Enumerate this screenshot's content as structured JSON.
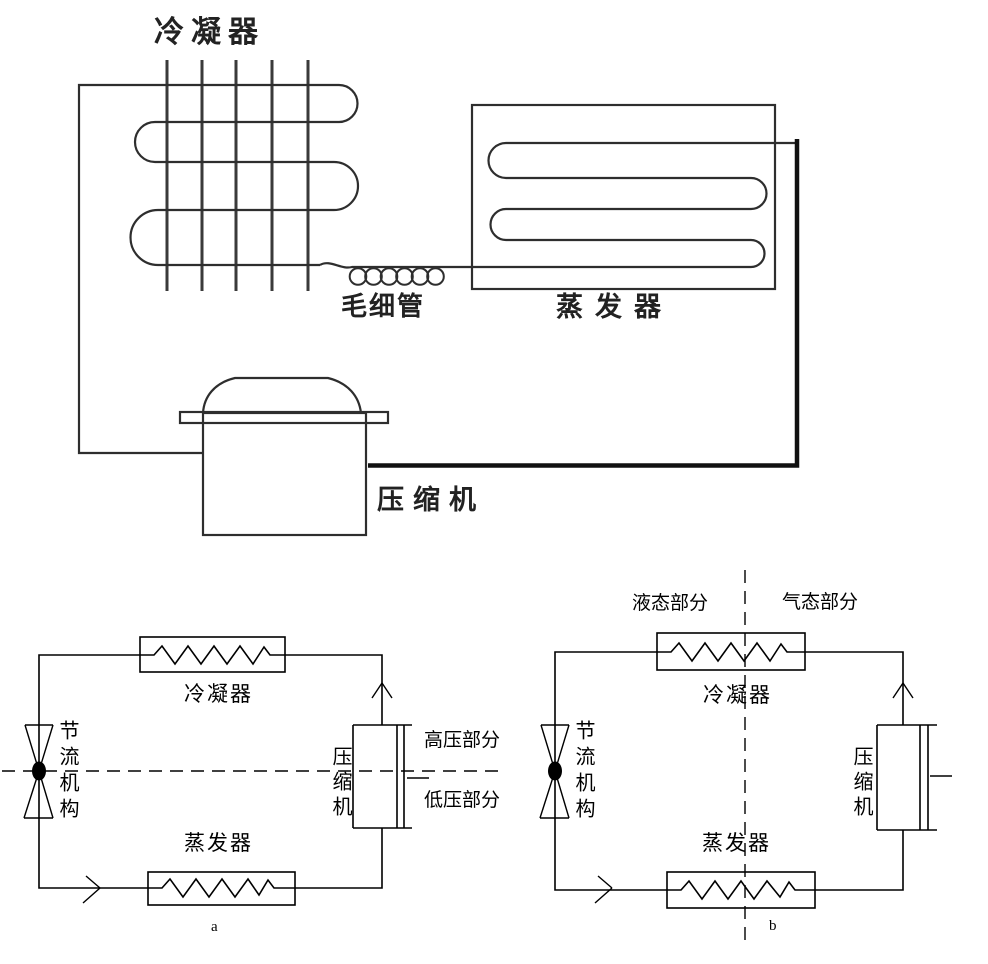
{
  "top_diagram": {
    "condenser_label": "冷凝器",
    "capillary_label": "毛细管",
    "evaporator_label": "蒸发器",
    "compressor_label": "压缩机"
  },
  "cycle_diagram_a": {
    "caption": "a",
    "condenser_label": "冷凝器",
    "throttle_label": "节流机构",
    "compressor_label": "压缩机",
    "evaporator_label": "蒸发器",
    "high_pressure_label": "高压部分",
    "low_pressure_label": "低压部分"
  },
  "cycle_diagram_b": {
    "caption": "b",
    "condenser_label": "冷凝器",
    "throttle_label": "节流机构",
    "compressor_label": "压缩机",
    "evaporator_label": "蒸发器",
    "liquid_label": "液态部分",
    "gas_label": "气态部分"
  },
  "colors": {
    "scan_line": "#2e2e2e",
    "crisp_line": "#000000",
    "background": "#ffffff"
  }
}
